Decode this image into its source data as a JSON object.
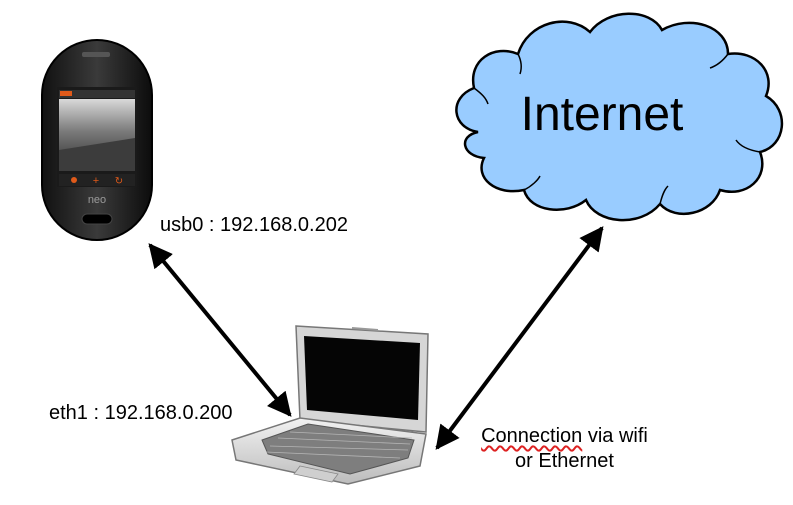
{
  "cloud": {
    "label": "Internet",
    "fill": "#99ccff",
    "stroke": "#000000"
  },
  "phone": {
    "brand": "neo",
    "screen_title": "OM-2008 / Enlightenment"
  },
  "links": {
    "phone_label": "usb0 : 192.168.0.202",
    "laptop_label": "eth1 : 192.168.0.200",
    "internet_label_line1_word": "Connection",
    "internet_label_line1_rest": " via wifi",
    "internet_label_line2": "or Ethernet"
  },
  "colors": {
    "arrow": "#000000",
    "accent": "#e05a1a"
  }
}
